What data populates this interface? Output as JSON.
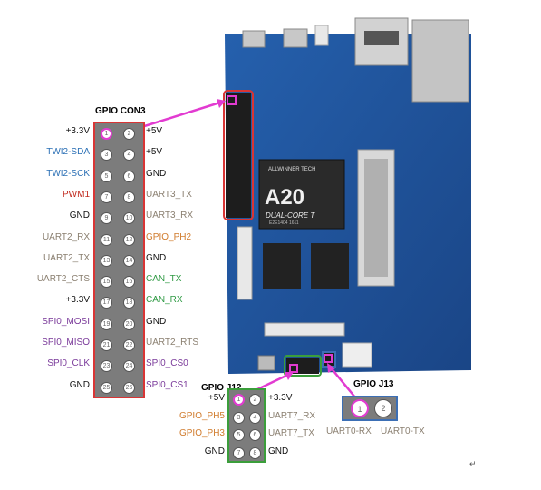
{
  "titles": {
    "con3": "GPIO CON3",
    "j12": "GPIO J12",
    "j13": "GPIO J13"
  },
  "chip": {
    "brand": "ALLWINNER TECH",
    "model": "A20",
    "subtitle": "DUAL-CORE T",
    "code": "E2E1404 1611"
  },
  "con3": {
    "left": [
      {
        "label": "+3.3V",
        "color": "#111111"
      },
      {
        "label": "TWI2-SDA",
        "color": "#2a6fb5"
      },
      {
        "label": "TWI2-SCK",
        "color": "#2a6fb5"
      },
      {
        "label": "PWM1",
        "color": "#c0281c"
      },
      {
        "label": "GND",
        "color": "#111111"
      },
      {
        "label": "UART2_RX",
        "color": "#8a7f70"
      },
      {
        "label": "UART2_TX",
        "color": "#8a7f70"
      },
      {
        "label": "UART2_CTS",
        "color": "#8a7f70"
      },
      {
        "label": "+3.3V",
        "color": "#111111"
      },
      {
        "label": "SPI0_MOSI",
        "color": "#7a3a9a"
      },
      {
        "label": "SPI0_MISO",
        "color": "#7a3a9a"
      },
      {
        "label": "SPI0_CLK",
        "color": "#7a3a9a"
      },
      {
        "label": "GND",
        "color": "#111111"
      }
    ],
    "right": [
      {
        "label": "+5V",
        "color": "#111111"
      },
      {
        "label": "+5V",
        "color": "#111111"
      },
      {
        "label": "GND",
        "color": "#111111"
      },
      {
        "label": "UART3_TX",
        "color": "#8a7f70"
      },
      {
        "label": "UART3_RX",
        "color": "#8a7f70"
      },
      {
        "label": "GPIO_PH2",
        "color": "#d07b2c"
      },
      {
        "label": "GND",
        "color": "#111111"
      },
      {
        "label": "CAN_TX",
        "color": "#2e9a43"
      },
      {
        "label": "CAN_RX",
        "color": "#2e9a43"
      },
      {
        "label": "GND",
        "color": "#111111"
      },
      {
        "label": "UART2_RTS",
        "color": "#8a7f70"
      },
      {
        "label": "SPI0_CS0",
        "color": "#7a3a9a"
      },
      {
        "label": "SPI0_CS1",
        "color": "#7a3a9a"
      }
    ]
  },
  "j12": {
    "left": [
      {
        "label": "+5V",
        "color": "#111111"
      },
      {
        "label": "GPIO_PH5",
        "color": "#d07b2c"
      },
      {
        "label": "GPIO_PH3",
        "color": "#d07b2c"
      },
      {
        "label": "GND",
        "color": "#111111"
      }
    ],
    "right": [
      {
        "label": "+3.3V",
        "color": "#111111"
      },
      {
        "label": "UART7_RX",
        "color": "#8a7f70"
      },
      {
        "label": "UART7_TX",
        "color": "#8a7f70"
      },
      {
        "label": "GND",
        "color": "#111111"
      }
    ]
  },
  "j13": {
    "labels": [
      {
        "label": "UART0-RX",
        "color": "#8a7f70"
      },
      {
        "label": "UART0-TX",
        "color": "#8a7f70"
      }
    ]
  },
  "pin_numbers": {
    "con3": [
      "1",
      "2",
      "3",
      "4",
      "5",
      "6",
      "7",
      "8",
      "9",
      "10",
      "11",
      "12",
      "13",
      "14",
      "15",
      "16",
      "17",
      "18",
      "19",
      "20",
      "21",
      "22",
      "23",
      "24",
      "25",
      "26"
    ],
    "j12": [
      "1",
      "2",
      "3",
      "4",
      "5",
      "6",
      "7",
      "8"
    ],
    "j13": [
      "1",
      "2"
    ]
  },
  "colors": {
    "board": "#1e4f96",
    "con3_border": "#d93535",
    "j12_border": "#3b9e3b",
    "j13_border": "#3c6fb5",
    "arrow": "#e23bd1",
    "chip_red": "#c0281c"
  },
  "corner_mark": "↵"
}
